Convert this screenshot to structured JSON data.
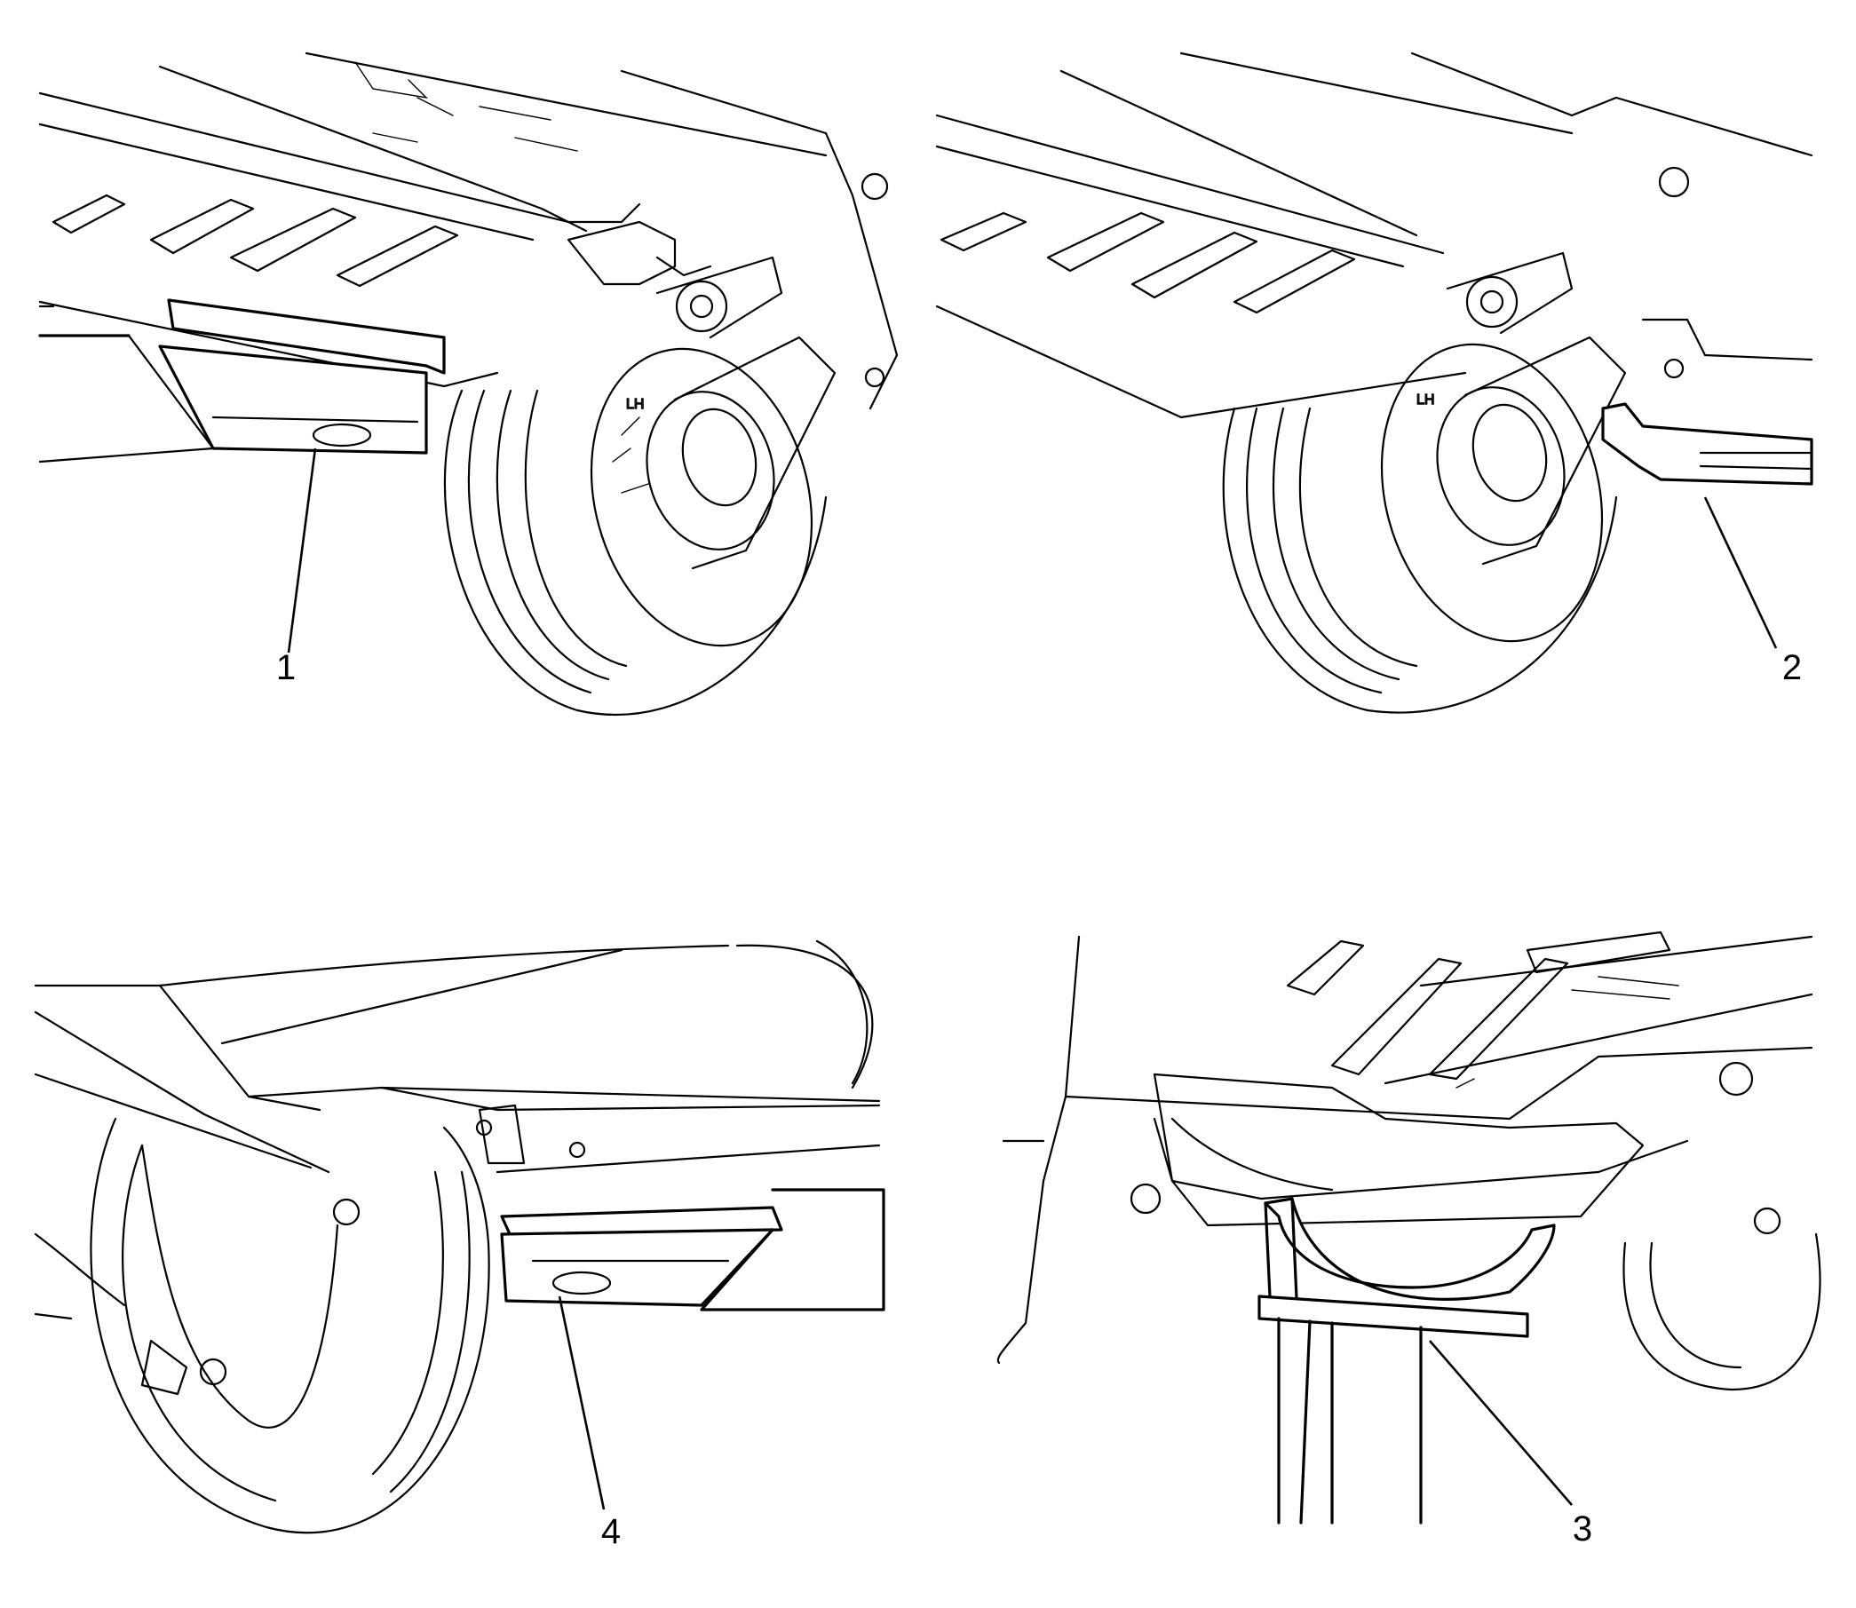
{
  "callouts": [
    {
      "id": "1",
      "label": "1"
    },
    {
      "id": "2",
      "label": "2"
    },
    {
      "id": "4",
      "label": "4"
    },
    {
      "id": "3",
      "label": "3"
    }
  ],
  "panel_labels": {
    "hub_marking_top_left": "LH",
    "hub_marking_top_right": "LH"
  }
}
